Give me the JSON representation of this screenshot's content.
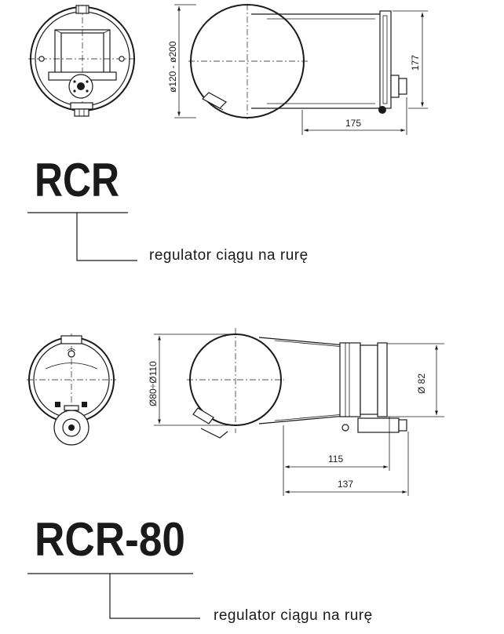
{
  "products": [
    {
      "model": "RCR",
      "description": "regulator ciągu na rurę",
      "dimensions": {
        "diameter_range": "ø120 - ø200",
        "height": "177",
        "length": "175"
      }
    },
    {
      "model": "RCR-80",
      "description": "regulator ciągu na rurę",
      "dimensions": {
        "diameter_range": "Ø80÷Ø110",
        "outlet_diameter": "Ø 82",
        "length_inner": "115",
        "length_outer": "137"
      }
    }
  ],
  "colors": {
    "ink": "#1a1a1a",
    "background": "#ffffff"
  }
}
